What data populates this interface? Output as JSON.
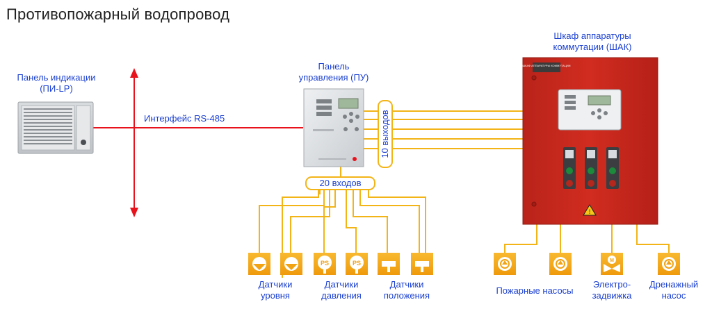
{
  "title": "Противопожарный водопровод",
  "panel_indication": {
    "line1": "Панель индикации",
    "line2": "(ПИ-LP)"
  },
  "interface_label": "Интерфейс RS-485",
  "control_panel": {
    "line1": "Панель",
    "line2": "управления (ПУ)"
  },
  "cabinet": {
    "line1": "Шкаф аппаратуры",
    "line2": "коммутации (ШАК)"
  },
  "inputs_label": "20 входов",
  "outputs_label": "10 выходов",
  "sensors": {
    "level": {
      "line1": "Датчики",
      "line2": "уровня"
    },
    "pressure": {
      "line1": "Датчики",
      "line2": "давления"
    },
    "position": {
      "line1": "Датчики",
      "line2": "положения"
    }
  },
  "actuators": {
    "fire_pumps": "Пожарные насосы",
    "valve": {
      "line1": "Электро-",
      "line2": "задвижка"
    },
    "drain": {
      "line1": "Дренажный",
      "line2": "насос"
    }
  },
  "icons": {
    "level_sensor": "level-sensor-icon",
    "pressure_sensor": "pressure-sensor-icon",
    "position_sensor": "position-sensor-icon",
    "pump": "pump-icon",
    "valve": "valve-icon"
  },
  "device_text": {
    "ps": "PS",
    "valve_m": "M",
    "cabinet_plate": "ШКАФ АППАРАТУРЫ КОММУТАЦИИ"
  },
  "colors": {
    "accent_blue": "#1a3fd0",
    "line_red": "#e8121c",
    "line_yellow": "#f2b417",
    "icon_orange": "#f5a612",
    "cabinet_red": "#c8271b"
  }
}
